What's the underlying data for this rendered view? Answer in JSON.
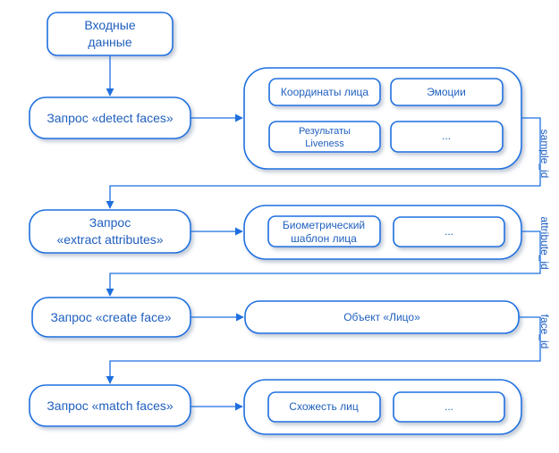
{
  "colors": {
    "stroke": "#1e6fe0",
    "text": "#1f5fbf",
    "fill": "#ffffff",
    "shadow": "#9aa9bd"
  },
  "nodes": {
    "input": {
      "line1": "Входные",
      "line2": "данные"
    },
    "detect": {
      "label": "Запрос «detect faces»"
    },
    "extract": {
      "line1": "Запрос",
      "line2": "«extract attributes»"
    },
    "create": {
      "label": "Запрос «create face»"
    },
    "match": {
      "label": "Запрос «match faces»"
    }
  },
  "results": {
    "detect": {
      "coords": "Координаты лица",
      "emotions": "Эмоции",
      "liveness_line1": "Результаты",
      "liveness_line2": "Liveness",
      "more": "..."
    },
    "extract": {
      "template_line1": "Биометрический",
      "template_line2": "шаблон лица",
      "more": "..."
    },
    "create": {
      "face_object": "Объект «Лицо»"
    },
    "match": {
      "similarity": "Схожесть лиц",
      "more": "..."
    }
  },
  "ids": {
    "sample": "sample_id",
    "attribute": "attribute_id",
    "face": "face_id"
  }
}
